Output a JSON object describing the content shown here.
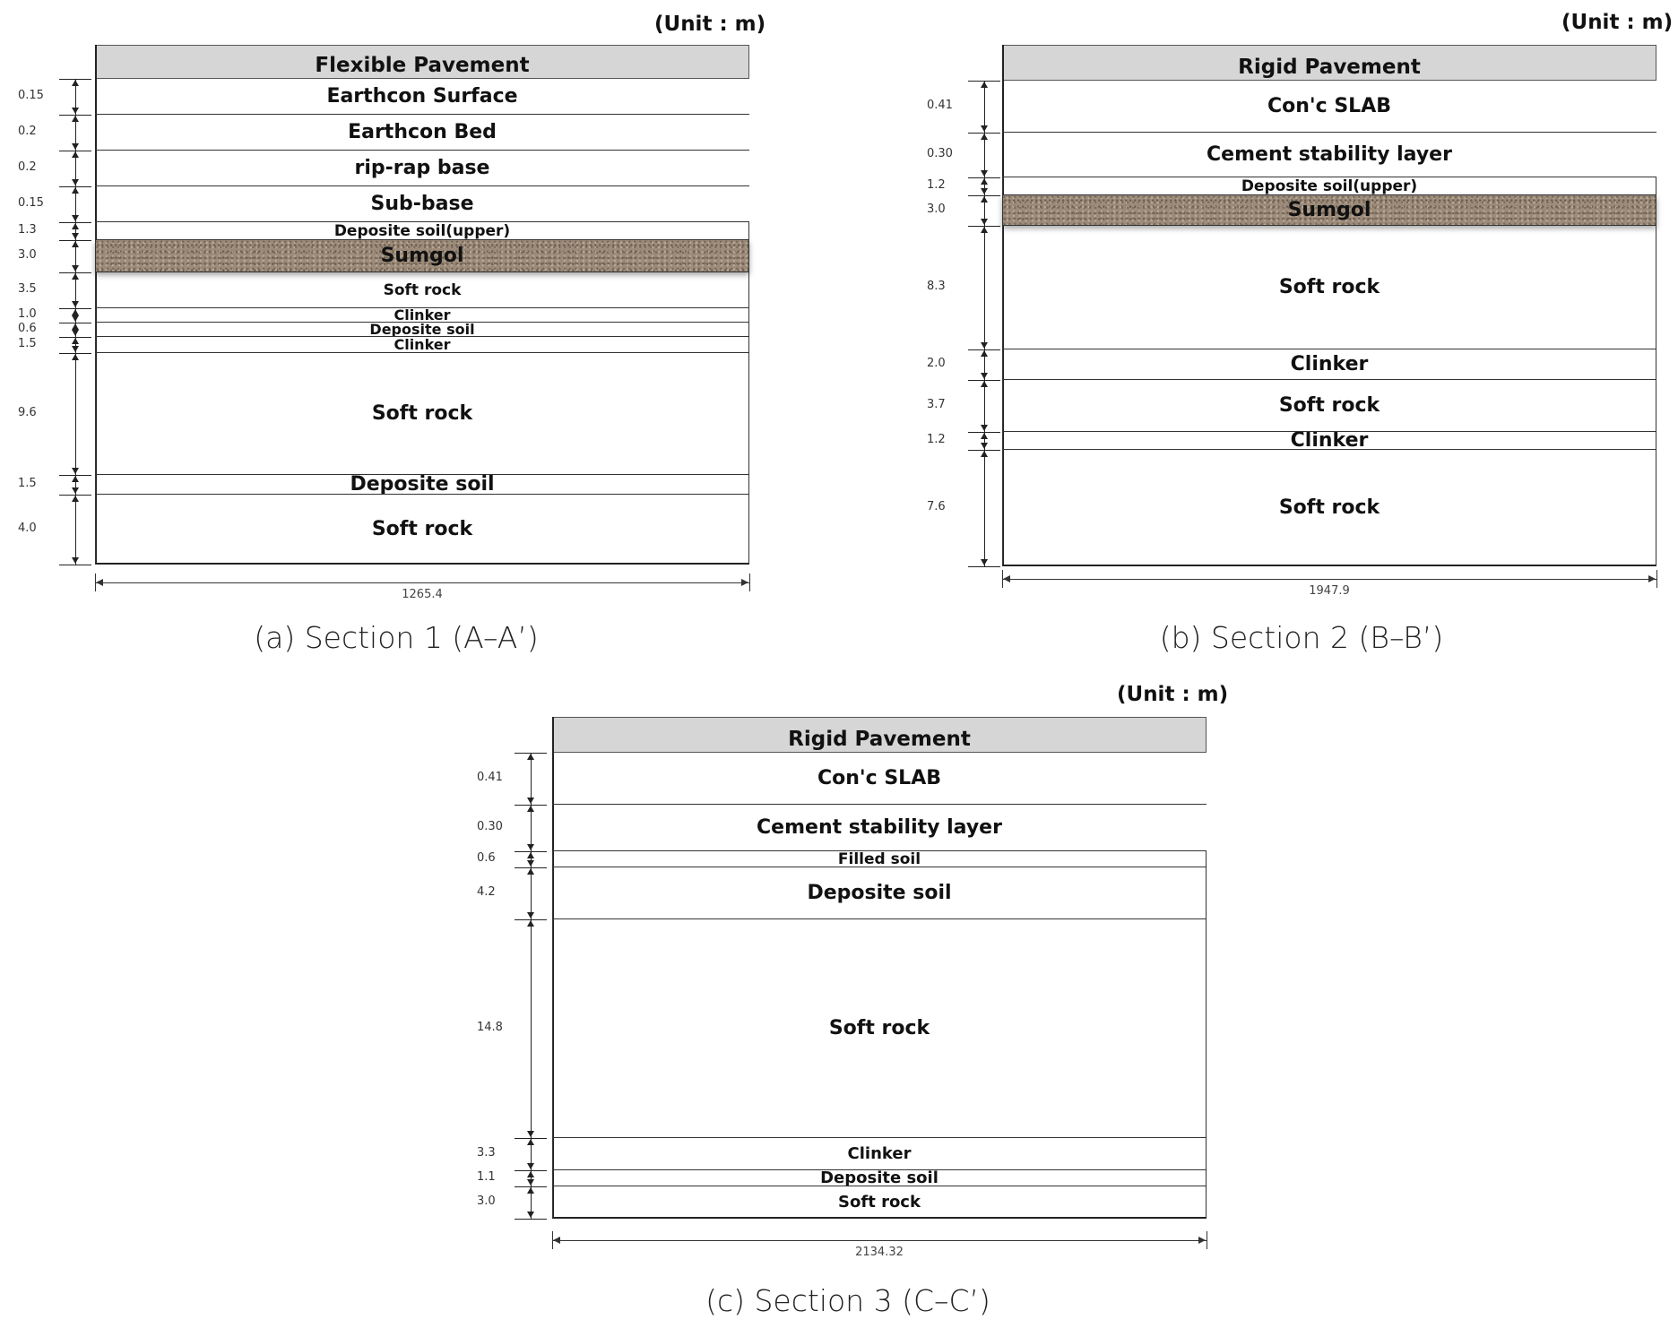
{
  "sections": [
    {
      "unit": "(Unit : m)",
      "header": "Flexible Pavement",
      "width_label": "1265.4",
      "caption": "(a) Section 1 (A–A’)",
      "layers": [
        {
          "label": "Earthcon Surface",
          "thickness": "0.15"
        },
        {
          "label": "Earthcon Bed",
          "thickness": "0.2"
        },
        {
          "label": "rip-rap base",
          "thickness": "0.2"
        },
        {
          "label": "Sub-base",
          "thickness": "0.15"
        },
        {
          "label": "Deposite soil(upper)",
          "thickness": "1.3"
        },
        {
          "label": "Sumgol",
          "thickness": "3.0"
        },
        {
          "label": "Soft rock",
          "thickness": "3.5"
        },
        {
          "label": "Clinker",
          "thickness": "1.0"
        },
        {
          "label": "Deposite soil",
          "thickness": "0.6"
        },
        {
          "label": "Clinker",
          "thickness": "1.5"
        },
        {
          "label": "Soft rock",
          "thickness": "9.6"
        },
        {
          "label": "Deposite soil",
          "thickness": "1.5"
        },
        {
          "label": "Soft rock",
          "thickness": "4.0"
        }
      ]
    },
    {
      "unit": "(Unit : m)",
      "header": "Rigid Pavement",
      "width_label": "1947.9",
      "caption": "(b) Section 2 (B–B’)",
      "layers": [
        {
          "label": "Con'c SLAB",
          "thickness": "0.41"
        },
        {
          "label": "Cement stability layer",
          "thickness": "0.30"
        },
        {
          "label": "Deposite soil(upper)",
          "thickness": "1.2"
        },
        {
          "label": "Sumgol",
          "thickness": "3.0"
        },
        {
          "label": "Soft rock",
          "thickness": "8.3"
        },
        {
          "label": "Clinker",
          "thickness": "2.0"
        },
        {
          "label": "Soft rock",
          "thickness": "3.7"
        },
        {
          "label": "Clinker",
          "thickness": "1.2"
        },
        {
          "label": "Soft rock",
          "thickness": "7.6"
        }
      ]
    },
    {
      "unit": "(Unit : m)",
      "header": "Rigid Pavement",
      "width_label": "2134.32",
      "caption": "(c) Section 3 (C–C’)",
      "layers": [
        {
          "label": "Con'c SLAB",
          "thickness": "0.41"
        },
        {
          "label": "Cement stability layer",
          "thickness": "0.30"
        },
        {
          "label": "Filled soil",
          "thickness": "0.6"
        },
        {
          "label": "Deposite soil",
          "thickness": "4.2"
        },
        {
          "label": "Soft rock",
          "thickness": "14.8"
        },
        {
          "label": "Clinker",
          "thickness": "3.3"
        },
        {
          "label": "Deposite soil",
          "thickness": "1.1"
        },
        {
          "label": "Soft rock",
          "thickness": "3.0"
        }
      ]
    }
  ]
}
